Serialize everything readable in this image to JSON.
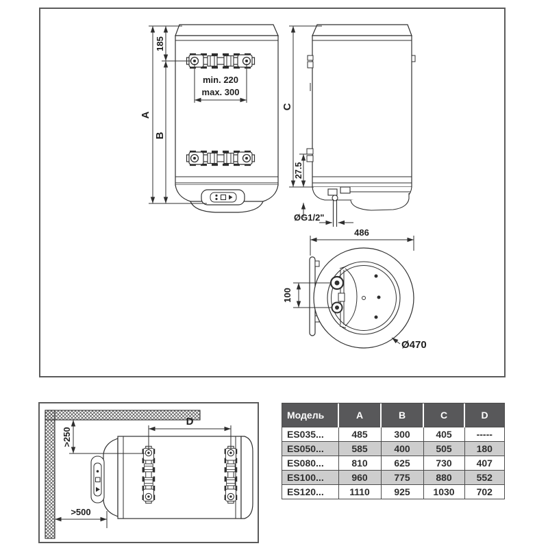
{
  "main_drawing": {
    "front_view": {
      "label_height_total": "A",
      "label_height_bracket": "B",
      "label_top_to_bracket": "185",
      "label_bracket_min": "min. 220",
      "label_bracket_max": "max. 300"
    },
    "side_view": {
      "label_height_body": "C",
      "label_bottom_offset": "27.5",
      "label_pipe_thread": "ØG1/2\""
    },
    "bottom_view": {
      "label_width": "486",
      "label_pipe_spacing": "100",
      "label_diameter": "Ø470"
    }
  },
  "installation_view": {
    "label_ceiling_clearance": ">250",
    "label_bracket_distance": "D",
    "label_wall_clearance": ">500"
  },
  "spec_table": {
    "columns": [
      "Модель",
      "A",
      "B",
      "C",
      "D"
    ],
    "rows": [
      [
        "ES035...",
        "485",
        "300",
        "405",
        "-----"
      ],
      [
        "ES050...",
        "585",
        "400",
        "505",
        "180"
      ],
      [
        "ES080...",
        "810",
        "625",
        "730",
        "407"
      ],
      [
        "ES100...",
        "960",
        "775",
        "880",
        "552"
      ],
      [
        "ES120...",
        "1110",
        "925",
        "1030",
        "702"
      ]
    ]
  },
  "colors": {
    "drawing_line": "#2e2e2e",
    "table_header_bg": "#58585a",
    "table_row_alt_bg": "#cdcdcd",
    "panel_border": "#5a5a5a"
  }
}
